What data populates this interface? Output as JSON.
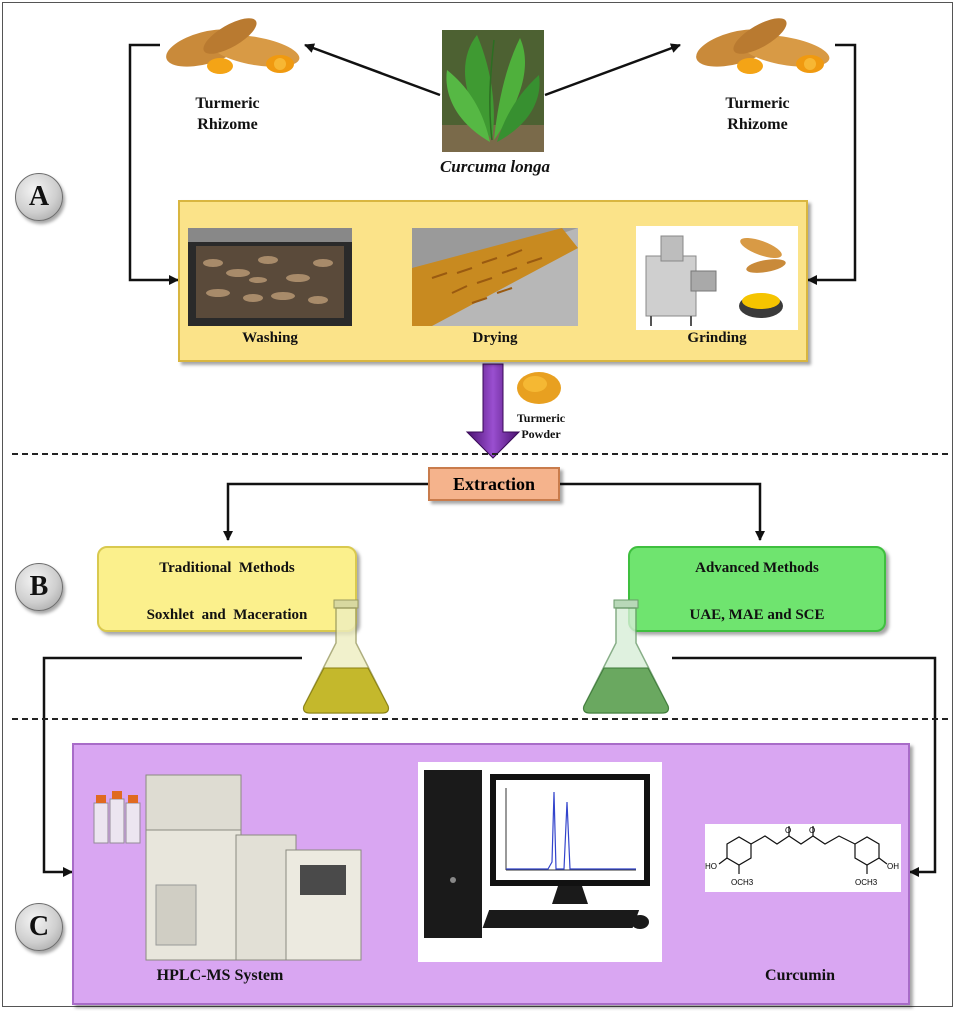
{
  "section_a": {
    "badge": "A",
    "rhizome_left": "Turmeric\nRhizome",
    "rhizome_right": "Turmeric\nRhizome",
    "plant_label": "Curcuma longa",
    "steps": [
      "Washing",
      "Drying",
      "Grinding"
    ],
    "powder_label": "Turmeric\nPowder"
  },
  "section_b": {
    "badge": "B",
    "extraction": "Extraction",
    "traditional_title": "Traditional  Methods",
    "traditional_sub": "Soxhlet  and  Maceration",
    "advanced_title": "Advanced Methods",
    "advanced_sub": "UAE, MAE and SCE"
  },
  "section_c": {
    "badge": "C",
    "hplc_label": "HPLC-MS System",
    "curcumin_label": "Curcumin",
    "chem_labels": [
      "HO",
      "OCH3",
      "OCH3",
      "OH"
    ]
  },
  "colors": {
    "process_box": "#fbe389",
    "extraction_box": "#f5b38c",
    "traditional_box": "#fbf08c",
    "advanced_box": "#6fe46f",
    "section_c_box": "#d9a6f2",
    "down_arrow": "#7a2fa8",
    "turmeric": "#e8a020"
  }
}
